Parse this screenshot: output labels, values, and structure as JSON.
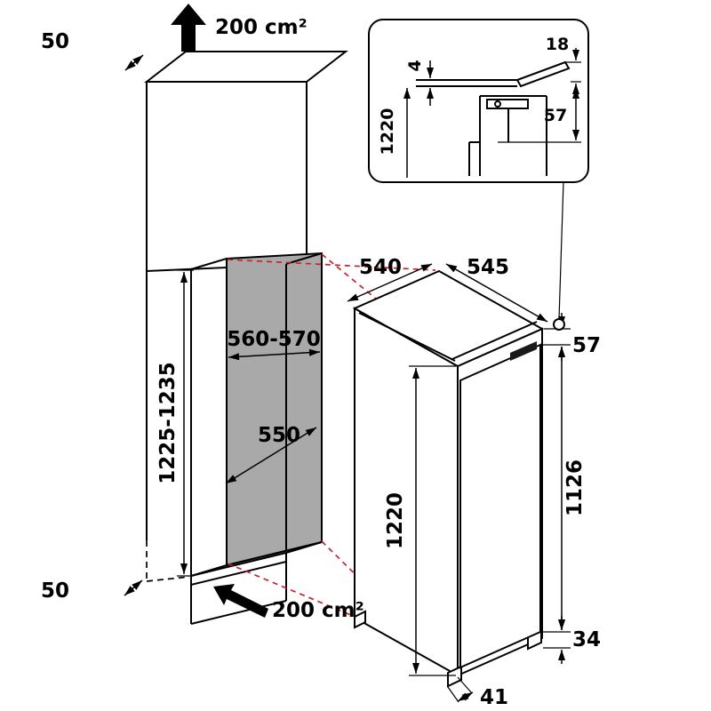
{
  "colors": {
    "line": "#000000",
    "red": "#c8232a",
    "panel_gray": "#a9a9a9",
    "floor_gray": "#dcdcdc",
    "grille": "#1a1a1a"
  },
  "cabinet": {
    "top_clearance": "50",
    "top_vent_area": "200 cm²",
    "niche_width": "560-570",
    "niche_height": "1225-1235",
    "niche_depth": "550",
    "bottom_clearance": "50",
    "bottom_vent_area": "200 cm²"
  },
  "appliance": {
    "depth": "540",
    "width": "545",
    "top_to_door": "57",
    "height": "1220",
    "door_height": "1126",
    "plinth_height": "34",
    "foot_offset": "41"
  },
  "detail_inset": {
    "niche_height": "1220",
    "gap": "4",
    "overlap": "18",
    "top_clearance": "57"
  }
}
